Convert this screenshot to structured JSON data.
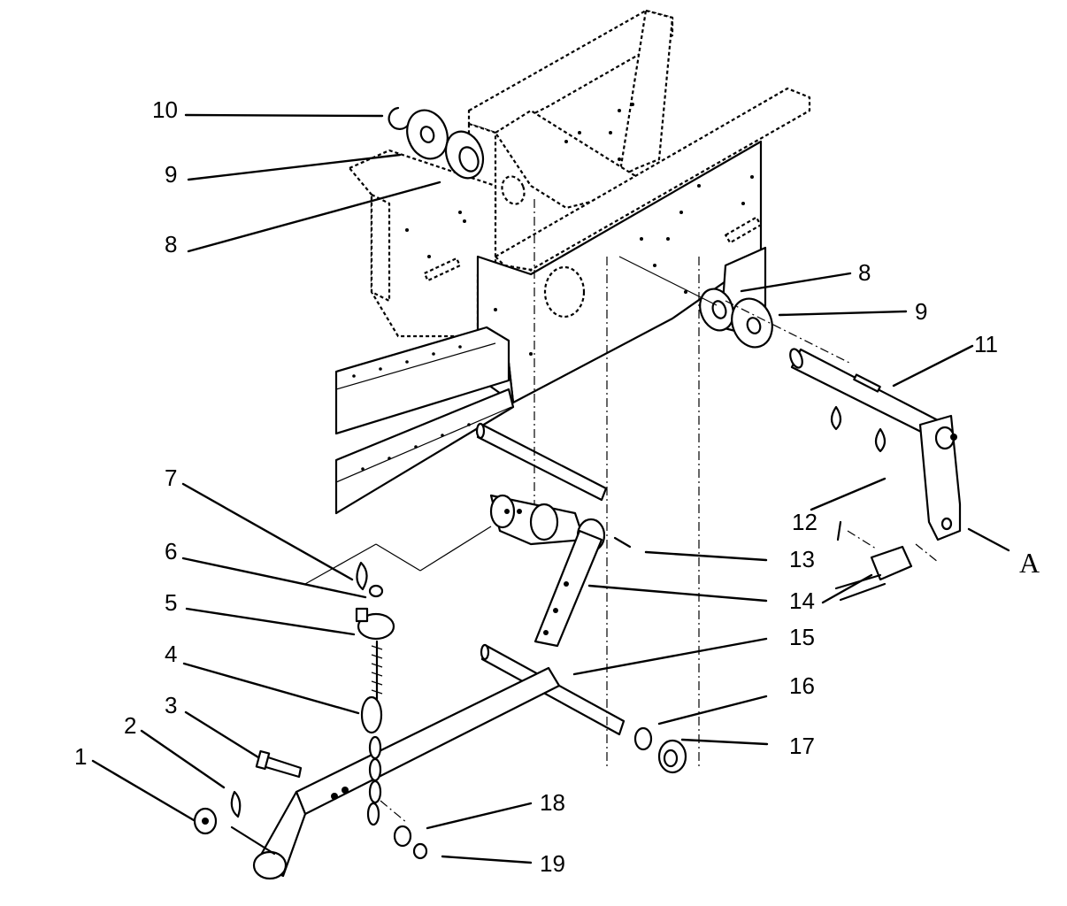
{
  "callouts": {
    "c1": "1",
    "c2": "2",
    "c3": "3",
    "c4": "4",
    "c5": "5",
    "c6": "6",
    "c7": "7",
    "c8a": "8",
    "c8b": "8",
    "c9a": "9",
    "c9b": "9",
    "c10": "10",
    "c11": "11",
    "c12": "12",
    "c13": "13",
    "c14": "14",
    "c15": "15",
    "c16": "16",
    "c17": "17",
    "c18": "18",
    "c19": "19",
    "cA": "A"
  }
}
